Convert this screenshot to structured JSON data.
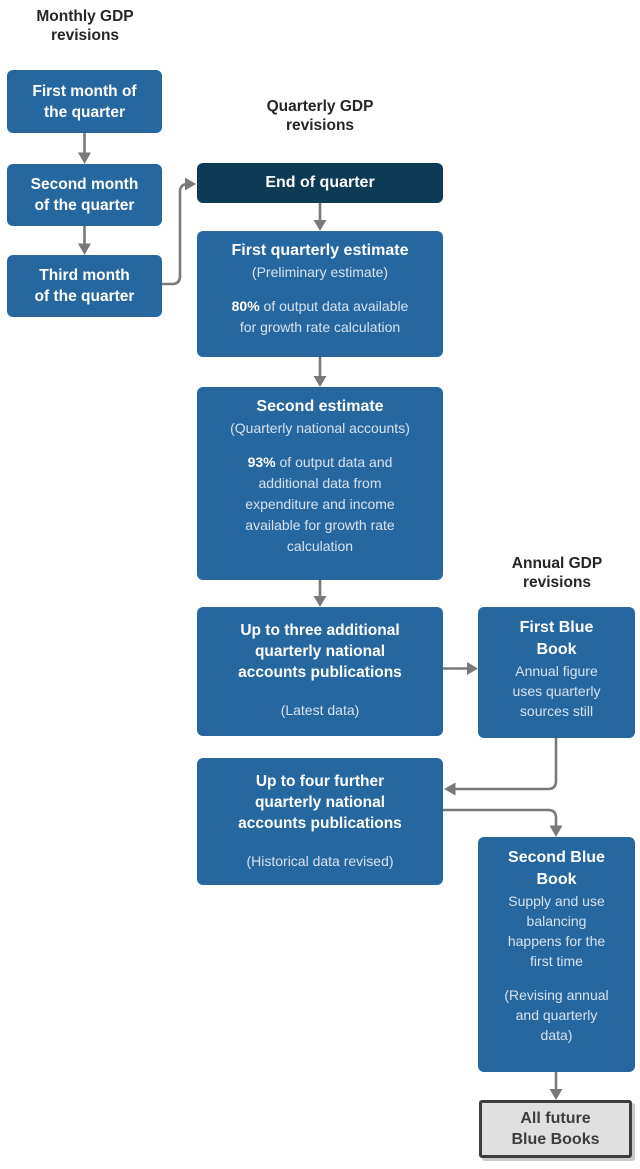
{
  "colors": {
    "box_blue": "#27679f",
    "box_navy": "#0d3a55",
    "arrow_gray": "#7a7a7a",
    "heading_text": "#262626",
    "box_title_text": "#ffffff",
    "box_body_text": "#d6e2ee",
    "final_box_bg": "#e0e0e0",
    "final_box_border": "#3d3d3d",
    "final_box_text": "#3d3d3d"
  },
  "headings": {
    "monthly": "Monthly GDP\nrevisions",
    "quarterly": "Quarterly GDP\nrevisions",
    "annual": "Annual GDP\nrevisions"
  },
  "monthly": {
    "box1": "First month of\nthe quarter",
    "box2": "Second month\nof the quarter",
    "box3": "Third month\nof the quarter"
  },
  "quarterly": {
    "end_of_quarter": "End of quarter",
    "first_estimate": {
      "title": "First quarterly estimate",
      "subtitle": "(Preliminary estimate)",
      "stat": "80%",
      "body": " of output data available\nfor growth rate calculation"
    },
    "second_estimate": {
      "title": "Second estimate",
      "subtitle": "(Quarterly national accounts)",
      "stat": "93%",
      "body": " of output data and\nadditional data from\nexpenditure and income\navailable for growth rate\ncalculation"
    },
    "three_additional": {
      "title": "Up to three additional\nquarterly national\naccounts publications",
      "note": "(Latest data)"
    },
    "four_further": {
      "title": "Up to four further\nquarterly national\naccounts publications",
      "note": "(Historical data revised)"
    }
  },
  "annual": {
    "first_blue_book": {
      "title": "First Blue\nBook",
      "body": "Annual figure\nuses quarterly\nsources still"
    },
    "second_blue_book": {
      "title": "Second Blue\nBook",
      "body": "Supply and use\nbalancing\nhappens for the\nfirst time",
      "note": "(Revising annual\nand quarterly\ndata)"
    },
    "all_future": "All future\nBlue Books"
  }
}
